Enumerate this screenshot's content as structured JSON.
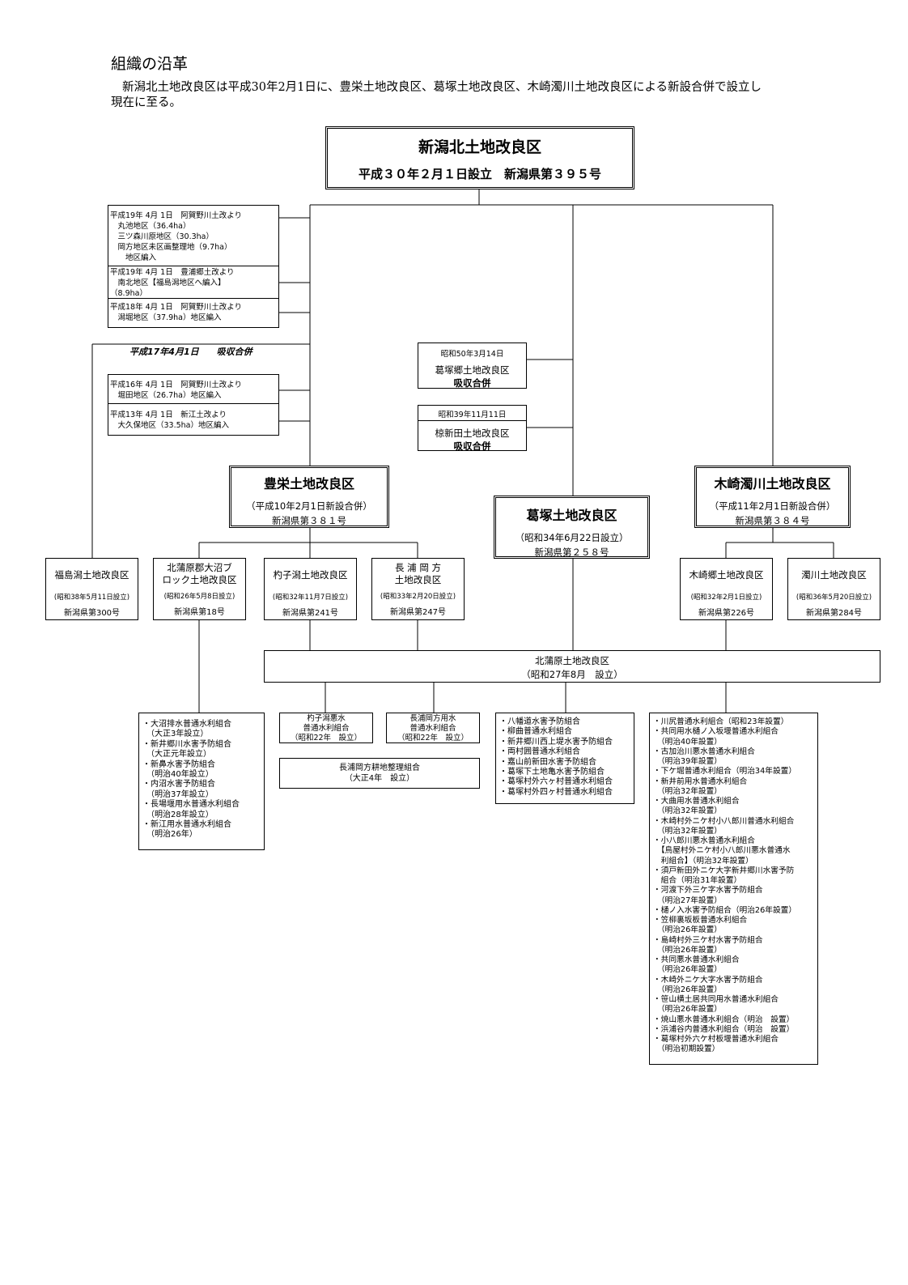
{
  "heading": "組織の沿革",
  "intro_line1": "新潟北土地改良区は平成30年2月1日に、豊栄土地改良区、葛塚土地改良区、木崎濁川土地改良区による新設合併で設立し",
  "intro_line2": "現在に至る。",
  "top": {
    "name": "新潟北土地改良区",
    "sub": "平成３０年２月１日設立　新潟県第３９５号"
  },
  "notes_a": [
    "平成19年 4月 1日　阿賀野川土改より\n　丸池地区（36.4ha）\n　三ツ森川原地区（30.3ha）\n　岡方地区未区画整理地（9.7ha）\n　　地区編入",
    "平成19年 4月 1日　豊浦郷土改より\n　南北地区【福島潟地区へ編入】\n（8.9ha）",
    "平成18年 4月 1日　阿賀野川土改より\n　潟堀地区（37.9ha）地区編入"
  ],
  "absorb_label": "平成17年4月1日　　吸収合併",
  "notes_b": [
    "平成16年 4月 1日　阿賀野川土改より\n　堀田地区（26.7ha）地区編入",
    "平成13年 4月 1日　新江土改より\n　大久保地区（33.5ha）地区編入"
  ],
  "merge1": {
    "date": "昭和50年3月14日",
    "name": "葛塚郷土地改良区",
    "note": "吸収合併"
  },
  "merge2": {
    "date": "昭和39年11月11日",
    "name": "椋新田土地改良区",
    "note": "吸収合併"
  },
  "houei": {
    "name": "豊栄土地改良区",
    "sub1": "（平成10年2月1日新設合併）",
    "sub2": "新潟県第３８１号"
  },
  "kuzu": {
    "name": "葛塚土地改良区",
    "sub1": "（昭和34年6月22日設立）",
    "sub2": "新潟県第２５８号"
  },
  "kizaki_n": {
    "name": "木崎濁川土地改良区",
    "sub1": "（平成11年2月1日新設合併）",
    "sub2": "新潟県第３８４号"
  },
  "small": [
    {
      "name": "福島潟土地改良区",
      "date": "(昭和38年5月11日設立)",
      "num": "新潟県第300号"
    },
    {
      "name": "北蒲原郡大沼ブ\nロック土地改良区",
      "date": "(昭和26年5月8日設立)",
      "num": "新潟県第18号"
    },
    {
      "name": "杓子潟土地改良区",
      "date": "(昭和32年11月7日設立)",
      "num": "新潟県第241号"
    },
    {
      "name": "長 浦 岡 方\n土地改良区",
      "date": "(昭和33年2月20日設立)",
      "num": "新潟県第247号"
    },
    {
      "name": "木崎郷土地改良区",
      "date": "(昭和32年2月1日設立)",
      "num": "新潟県第226号"
    },
    {
      "name": "濁川土地改良区",
      "date": "(昭和36年5月20日設立)",
      "num": "新潟県第284号"
    }
  ],
  "kitakanbara": {
    "name": "北蒲原土地改良区",
    "date": "（昭和27年8月　設立）"
  },
  "list1": "・大沼排水普通水利組合\n　（大正3年設立）\n・新井郷川水害予防組合\n　（大正元年設立）\n・新鼻水害予防組合\n　（明治40年設立）\n・内沼水害予防組合\n　（明治37年設立）\n・長場堰用水普通水利組合\n　（明治28年設立）\n・新江用水普通水利組合\n　（明治26年）",
  "shakushi_kumiai": "杓子潟悪水\n普通水利組合\n（昭和22年　設立）",
  "nagaura_kumiai": "長浦岡方用水\n普通水利組合\n（昭和22年　設立）",
  "nagaura_seiri": "長浦岡方耕地整理組合\n（大正4年　設立）",
  "list3": "・八幡道水害予防組合\n・柳曲普通水利組合\n・新井郷川西上堤水害予防組合\n・両村囲普通水利組合\n・嘉山前新田水害予防組合\n・葛塚下土地亀水害予防組合\n・葛塚村外六ヶ村普通水利組合\n・葛塚村外四ヶ村普通水利組合",
  "list4": "・川尻普通水利組合（昭和23年設置）\n・共同用水樋ノ入坂堰普通水利組合\n　（明治40年設置）\n・古加治川悪水普通水利組合\n　（明治39年設置）\n・下ケ堀普通水利組合（明治34年設置）\n・新井前用水普通水利組合\n　（明治32年設置）\n・大曲用水普通水利組合\n　（明治32年設置）\n・木崎村外ニケ村小八郎川普通水利組合\n　（明治32年設置）\n・小八郎川悪水普通水利組合\n　【鳥屋村外ニケ村小八郎川悪水普通水\n　利組合】（明治32年設置）\n・須戸新田外ニケ大字新井郷川水害予防\n　組合（明治31年設置）\n・河渡下外三ケ字水害予防組合\n　（明治27年設置）\n・樋ノ入水害予防組合（明治26年設置）\n・笠柳裏坂板普通水利組合\n　（明治26年設置）\n・島崎村外三ケ村水害予防組合\n　（明治26年設置）\n・共同悪水普通水利組合\n　（明治26年設置）\n・木崎外ニケ大字水害予防組合\n　（明治26年設置）\n・笹山横土居共同用水普通水利組合\n　（明治26年設置）\n・焼山悪水普通水利組合（明治　設置）\n・浜浦谷内普通水利組合（明治　設置）\n・葛塚村外六ケ村板堰普通水利組合\n　（明治初期設置）"
}
